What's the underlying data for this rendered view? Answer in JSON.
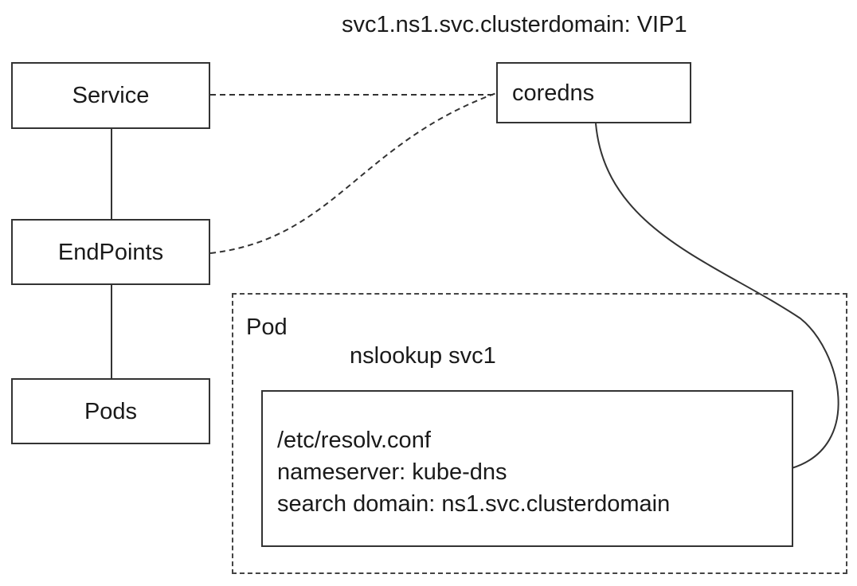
{
  "dns_record": "svc1.ns1.svc.clusterdomain: VIP1",
  "nodes": {
    "service": "Service",
    "endpoints": "EndPoints",
    "pods": "Pods",
    "coredns": "coredns"
  },
  "pod": {
    "label": "Pod",
    "command": "nslookup svc1",
    "resolv": {
      "path": "/etc/resolv.conf",
      "nameserver": "nameserver: kube-dns",
      "search": "search domain: ns1.svc.clusterdomain"
    }
  },
  "colors": {
    "line": "#333333",
    "background": "#ffffff"
  }
}
